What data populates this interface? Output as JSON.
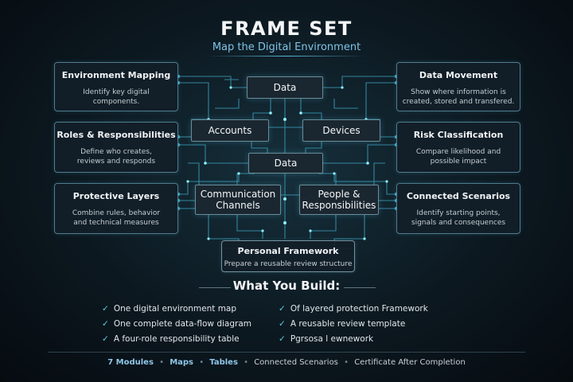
{
  "header": {
    "title": "FRAME SET",
    "subtitle": "Map the Digital Environment"
  },
  "left_cards": [
    {
      "title": "Environment Mapping",
      "desc_lines": [
        "Identify key digital",
        "components."
      ]
    },
    {
      "title": "Roles & Responsibilities",
      "desc_lines": [
        "Define who creates,",
        "reviews and responds"
      ]
    },
    {
      "title": "Protective Layers",
      "desc_lines": [
        "Combine rules, behavior",
        "and technical measures"
      ]
    }
  ],
  "right_cards": [
    {
      "title": "Data Movement",
      "desc_lines": [
        "Show where information is",
        "created, stored and transfered."
      ]
    },
    {
      "title": "Risk Classification",
      "desc_lines": [
        "Compare likelihood and",
        "possible impact"
      ]
    },
    {
      "title": "Connected Scenarios",
      "desc_lines": [
        "Identify starting points,",
        "signals and consequences"
      ]
    }
  ],
  "center_nodes": {
    "data_top": "Data",
    "accounts": "Accounts",
    "devices": "Devices",
    "data_mid": "Data",
    "communication": [
      "Communication",
      "Channels"
    ],
    "people": [
      "People &",
      "Responsibilities"
    ]
  },
  "personal_framework": {
    "title": "Personal Framework",
    "subtitle": "Prepare a reusable review structure"
  },
  "build": {
    "title": "What You Build:",
    "left_items": [
      "One digital environment map",
      "One complete data-flow diagram",
      "A four-role responsibility table"
    ],
    "right_items": [
      "Of layered protection Framework",
      "A reusable review template",
      "Pgrsosa l ewnework"
    ]
  },
  "footer": {
    "modules": "7 Modules",
    "maps": "Maps",
    "tables": "Tables",
    "scenarios": "Connected Scenarios",
    "certificate": "Certificate After Completion",
    "separator": "•"
  },
  "colors": {
    "accent": "#5fd0e8",
    "circuit": "#3fa7c4",
    "glow": "#8ff0ff",
    "card_border": "#4f7c8e"
  },
  "icons": {
    "check": "✓"
  }
}
